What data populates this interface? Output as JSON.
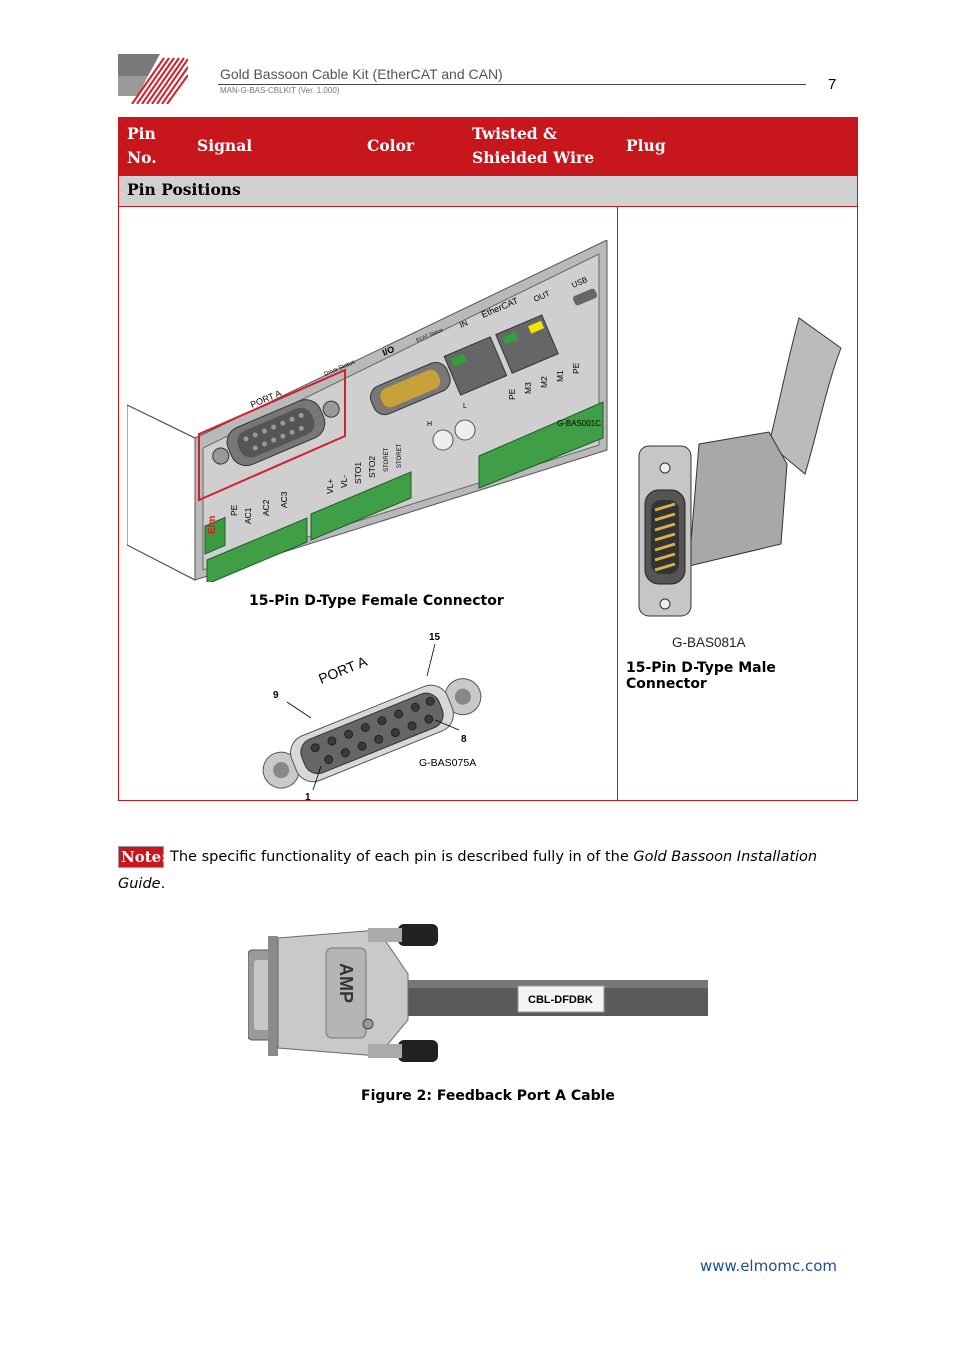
{
  "header": {
    "title": "Gold Bassoon Cable Kit (EtherCAT and CAN)",
    "subtitle": "MAN-G-BAS-CBLKIT (Ver. 1.000)",
    "page_number": "7"
  },
  "table": {
    "columns": [
      "Pin No.",
      "Signal",
      "Color",
      "Twisted & Shielded Wire",
      "Plug"
    ],
    "col_pin_line1": "Pin",
    "col_pin_line2": "No.",
    "col_twisted_line1": "Twisted &",
    "col_twisted_line2": "Shielded Wire",
    "section": "Pin Positions",
    "left_caption": "15-Pin D-Type Female Connector",
    "right_caption": "15-Pin D-Type Male Connector",
    "drive_ref": "G-BAS001C",
    "female_ref": "G-BAS075A",
    "male_ref": "G-BAS081A",
    "port_label": "PORT A",
    "pin_labels": [
      "15",
      "9",
      "8",
      "1"
    ],
    "drive_labels": {
      "drive_status": "Drive Status",
      "io": "I/O",
      "ecat_status": "ECAT Status",
      "ethercat": "EtherCAT",
      "in": "IN",
      "out": "OUT",
      "usb": "USB",
      "power_left": [
        "PE",
        "AC1",
        "AC2",
        "AC3"
      ],
      "stos": [
        "VL+",
        "VL-",
        "STO1",
        "STO2",
        "STORET",
        "STORET"
      ],
      "motor": [
        "PE",
        "M3",
        "M2",
        "M1",
        "PE"
      ],
      "h": "H",
      "l": "L",
      "brand_fragment": "Elm"
    }
  },
  "note": {
    "label": "Note:",
    "text": "The specific functionality of each pin is described fully in of the ",
    "italic": "Gold Bassoon Installation",
    "italic2": "Guide",
    "end": "."
  },
  "figure": {
    "cable_label": "CBL-DFDBK",
    "brand": "AMP",
    "caption": "Figure 2: Feedback Port A Cable"
  },
  "footer": {
    "url": "www.elmomc.com"
  },
  "colors": {
    "accent": "#c8161d",
    "subhead": "#d0d0d0",
    "link": "#1a4fa0"
  }
}
